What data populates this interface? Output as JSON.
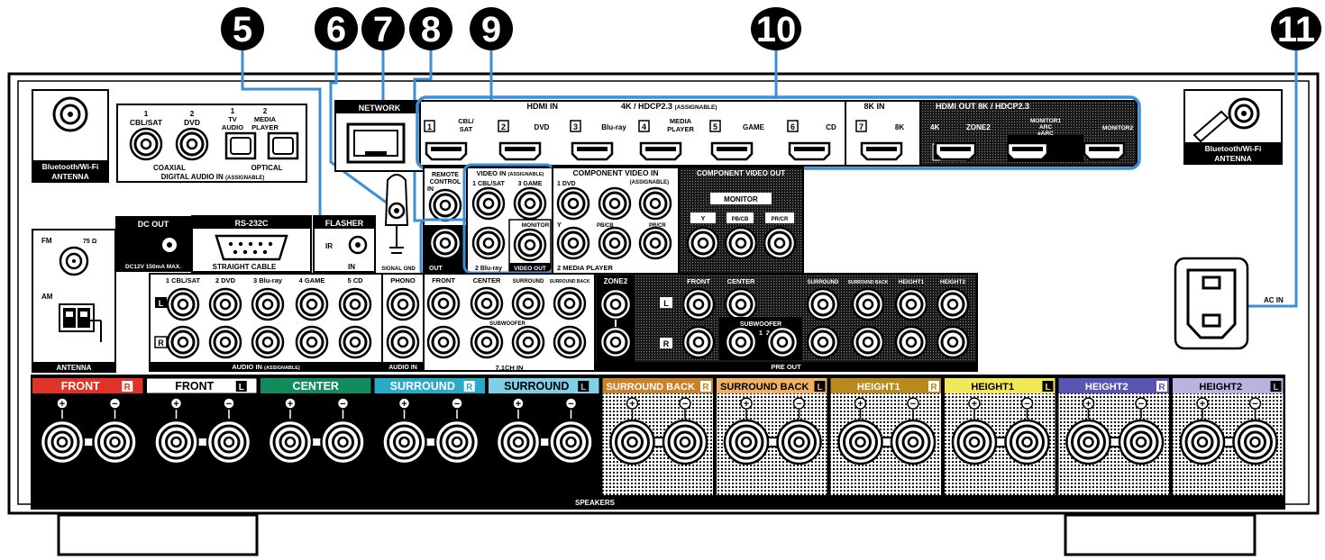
{
  "callouts": [
    "5",
    "6",
    "7",
    "8",
    "9",
    "10",
    "11"
  ],
  "antenna_wifi_left": "Bluetooth/Wi-Fi\nANTENNA",
  "antenna_wifi_right": "Bluetooth/Wi-Fi\nANTENNA",
  "digital_audio": {
    "inputs": [
      {
        "num": "1",
        "name": "CBL/SAT"
      },
      {
        "num": "2",
        "name": "DVD"
      },
      {
        "num": "1",
        "name": "TV AUDIO"
      },
      {
        "num": "2",
        "name": "MEDIA PLAYER"
      }
    ],
    "coaxial": "COAXIAL",
    "optical": "OPTICAL",
    "title": "DIGITAL AUDIO IN",
    "assignable": "(ASSIGNABLE)"
  },
  "network": "NETWORK",
  "hdmi": {
    "in_title": "HDMI IN",
    "spec": "4K / HDCP2.3",
    "assignable": "(ASSIGNABLE)",
    "inputs": [
      {
        "num": "1",
        "name": "CBL/ SAT"
      },
      {
        "num": "2",
        "name": "DVD"
      },
      {
        "num": "3",
        "name": "Blu-ray"
      },
      {
        "num": "4",
        "name": "MEDIA PLAYER"
      },
      {
        "num": "5",
        "name": "GAME"
      },
      {
        "num": "6",
        "name": "CD"
      }
    ],
    "in8k_title": "8K IN",
    "in8k_num": "7",
    "in8k_name": "8K",
    "out_title": "HDMI OUT  8K / HDCP2.3",
    "out_4k": "4K",
    "out_zone2": "ZONE2",
    "out_monitor1": "MONITOR1 ARC eARC",
    "out_monitor2": "MONITOR2"
  },
  "dc_out": {
    "title": "DC OUT",
    "spec": "DC12V 150mA MAX."
  },
  "rs232c": {
    "title": "RS-232C",
    "cable": "STRAIGHT CABLE"
  },
  "flasher": {
    "title": "FLASHER",
    "ir": "IR",
    "in": "IN"
  },
  "signal_gnd": "SIGNAL GND",
  "remote_control": {
    "title": "REMOTE CONTROL",
    "in": "IN",
    "out": "OUT"
  },
  "video_in": {
    "title": "VIDEO IN",
    "assignable": "(ASSIGNABLE)",
    "n1": "1 CBL/SAT",
    "n3": "3 GAME",
    "n2": "2 Blu-ray",
    "monitor": "MONITOR",
    "video_out": "VIDEO OUT"
  },
  "component_in": {
    "title": "COMPONENT VIDEO IN",
    "assignable": "(ASSIGNABLE)",
    "n1": "1 DVD",
    "y": "Y",
    "pb": "PB/CB",
    "pr": "PR/CR",
    "n2": "2 MEDIA PLAYER"
  },
  "component_out": {
    "title": "COMPONENT VIDEO OUT",
    "monitor": "MONITOR",
    "y": "Y",
    "pb": "PB/CB",
    "pr": "PR/CR"
  },
  "fm_am": {
    "fm": "FM",
    "ohm": "75 Ω",
    "am": "AM",
    "antenna": "ANTENNA"
  },
  "audio_in": {
    "labels": [
      "1 CBL/SAT",
      "2 DVD",
      "3 Blu-ray",
      "4 GAME",
      "5 CD"
    ],
    "l": "L",
    "r": "R",
    "title": "AUDIO IN",
    "assignable": "(ASSIGNABLE)",
    "phono": "PHONO",
    "phono_title": "AUDIO IN"
  },
  "ch71_in": {
    "front": "FRONT",
    "center": "CENTER",
    "surround": "SURROUND",
    "surround_back": "SURROUND BACK",
    "subwoofer": "SUBWOOFER",
    "title": "7.1CH IN"
  },
  "pre_out": {
    "zone2": "ZONE2",
    "front": "FRONT",
    "center": "CENTER",
    "surround": "SURROUND",
    "surround_back": "SURROUND BACK",
    "height1": "HEIGHT1",
    "height2": "HEIGHT2",
    "subwoofer": "SUBWOOFER",
    "sw1": "1",
    "sw2": "2",
    "title": "PRE OUT"
  },
  "ac_in": "AC IN",
  "speakers": {
    "title": "SPEAKERS",
    "pairs": [
      {
        "label": "FRONT",
        "side": "R",
        "color": "#e03228",
        "text": "#ffffff"
      },
      {
        "label": "FRONT",
        "side": "L",
        "color": "#ffffff",
        "text": "#000000"
      },
      {
        "label": "CENTER",
        "side": "",
        "color": "#118a5c",
        "text": "#ffffff"
      },
      {
        "label": "SURROUND",
        "side": "R",
        "color": "#2aa9c9",
        "text": "#ffffff"
      },
      {
        "label": "SURROUND",
        "side": "L",
        "color": "#7fd0e6",
        "text": "#000000"
      },
      {
        "label": "SURROUND BACK",
        "side": "R",
        "color": "#c8822b",
        "text": "#ffffff"
      },
      {
        "label": "SURROUND BACK",
        "side": "L",
        "color": "#f0b163",
        "text": "#000000"
      },
      {
        "label": "HEIGHT1",
        "side": "R",
        "color": "#b88a1e",
        "text": "#ffffff"
      },
      {
        "label": "HEIGHT1",
        "side": "L",
        "color": "#f2e85a",
        "text": "#000000"
      },
      {
        "label": "HEIGHT2",
        "side": "R",
        "color": "#5a55b5",
        "text": "#ffffff"
      },
      {
        "label": "HEIGHT2",
        "side": "L",
        "color": "#b9b3e0",
        "text": "#000000"
      }
    ]
  },
  "colors": {
    "highlight": "#3a8fd6",
    "panel": "#000000",
    "speaker_pattern": "#333333"
  }
}
